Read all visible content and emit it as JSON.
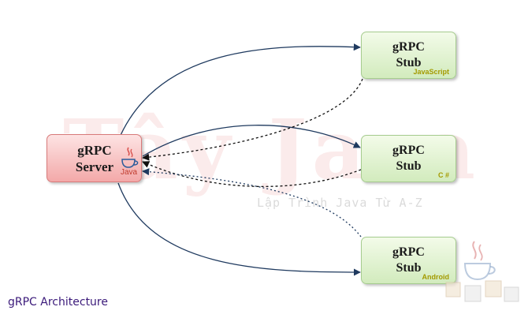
{
  "watermark": {
    "main": "Tây Java",
    "sub": "Lập Trình Java Từ A-Z"
  },
  "server": {
    "title_line1": "gRPC",
    "title_line2": "Server",
    "badge": "Java"
  },
  "stubs": [
    {
      "title_line1": "gRPC",
      "title_line2": "Stub",
      "lang": "JavaScript"
    },
    {
      "title_line1": "gRPC",
      "title_line2": "Stub",
      "lang": "C #"
    },
    {
      "title_line1": "gRPC",
      "title_line2": "Stub",
      "lang": "Android"
    }
  ],
  "caption": "gRPC Architecture",
  "colors": {
    "request_arrow": "#1f3a5f",
    "response_arrow": "#111111",
    "server_fill": "#f3a9a9",
    "stub_fill": "#d2ebbd",
    "caption": "#3b1a7a",
    "lang_label": "#a49a00"
  },
  "icons": {
    "server_badge": "java-coffee-cup-icon",
    "corner": "tay-java-logo-icon"
  }
}
